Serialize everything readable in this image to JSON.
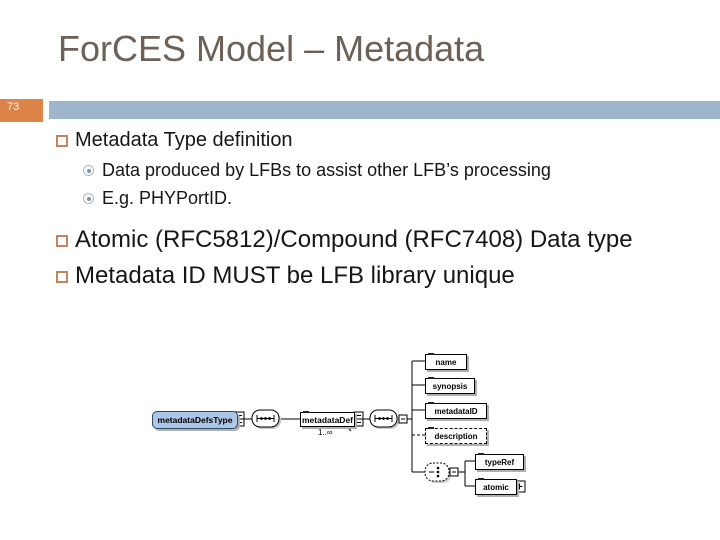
{
  "slide": {
    "title": "ForCES Model – Metadata",
    "page_number": "73",
    "colors": {
      "title_text": "#6c6057",
      "page_number_box": "#dd8449",
      "header_bar": "#9eb6cb",
      "level1_bullet_border": "#c0845e",
      "level2_bullet_ring": "#a4b9cc",
      "level2_bullet_dot": "#7d93a6",
      "body_text": "#161616",
      "diagram_root_fill": "#abc6e6"
    },
    "bullets": [
      {
        "level": 1,
        "text": "Metadata Type definition"
      },
      {
        "level": 2,
        "text": "Data produced by LFBs to assist other LFB’s processing"
      },
      {
        "level": 2,
        "text": "E.g. PHYPortID."
      },
      {
        "level": 1,
        "text": "Atomic (RFC5812)/Compound (RFC7408) Data type"
      },
      {
        "level": 1,
        "text": "Metadata ID MUST be LFB library unique"
      }
    ]
  },
  "diagram": {
    "root_label": "metadataDefsType",
    "def_label": "metadataDef",
    "cardinality": "1..∞",
    "child_name": "name",
    "child_synopsis": "synopsis",
    "child_metadataid": "metadataID",
    "child_description": "description",
    "choice_typeref": "typeRef",
    "choice_atomic": "atomic"
  }
}
